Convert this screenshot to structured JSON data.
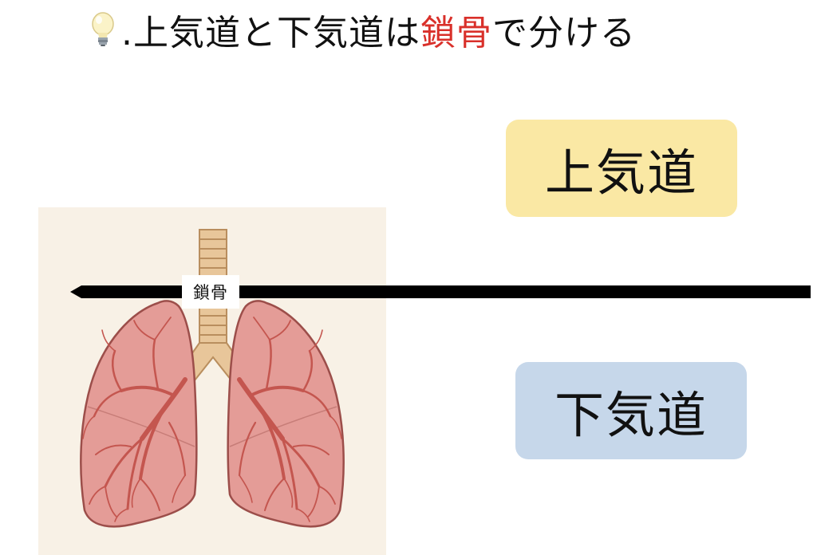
{
  "title": {
    "icon": "lightbulb-icon",
    "prefix": ".上気道と下気道は",
    "highlight": "鎖骨",
    "suffix": "で分ける",
    "highlight_color": "#d9302a"
  },
  "upper_label": "上気道",
  "lower_label": "下気道",
  "bone_label": "鎖骨",
  "colors": {
    "upper_box": "#fae8a4",
    "lower_box": "#c6d7ea",
    "lung_fill": "#e49c97",
    "bronchi": "#c4564f",
    "trachea": "#e8c69a",
    "panel": "#f8f1e6"
  }
}
